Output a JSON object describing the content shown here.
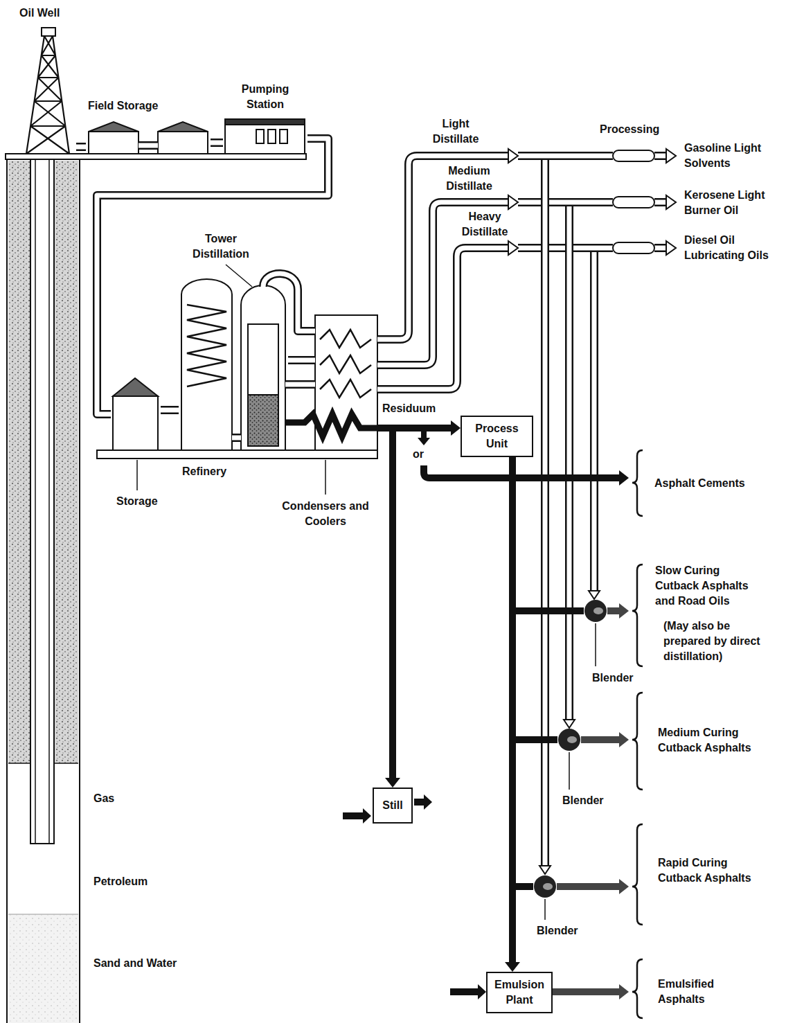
{
  "diagram": {
    "nodes": [
      {
        "text": [
          "Oil Well"
        ]
      },
      {
        "text": [
          "Field Storage"
        ]
      },
      {
        "text": [
          "Pumping Station"
        ]
      },
      {
        "text": [
          "Storage"
        ]
      },
      {
        "text": [
          "Tower Distillation"
        ]
      },
      {
        "text": [
          "Condensers and Coolers"
        ]
      },
      {
        "text": [
          "Process Unit"
        ]
      },
      {
        "text": [
          "Still"
        ]
      },
      {
        "text": [
          "Blender"
        ]
      },
      {
        "text": [
          "Blender"
        ]
      },
      {
        "text": [
          "Blender"
        ]
      },
      {
        "text": [
          "Emulsion Plant"
        ]
      }
    ],
    "edges": [
      {
        "from": 0,
        "to": 1,
        "arrow": "none"
      },
      {
        "from": 1,
        "to": 2,
        "arrow": "none"
      },
      {
        "from": 2,
        "to": 3,
        "arrow": "none"
      },
      {
        "from": 3,
        "to": 4,
        "arrow": "none"
      },
      {
        "from": 4,
        "to": 5,
        "arrow": "none"
      },
      {
        "from": 5,
        "to": 6,
        "label": "Residuum",
        "arrow": "to"
      },
      {
        "from": 5,
        "to": 7,
        "arrow": "to"
      },
      {
        "from": 6,
        "to": 8,
        "arrow": "none"
      },
      {
        "from": 6,
        "to": 9,
        "arrow": "none"
      },
      {
        "from": 6,
        "to": 10,
        "arrow": "none"
      },
      {
        "from": 6,
        "to": 11,
        "arrow": "to"
      }
    ],
    "labels": [
      "Gas",
      "Petroleum",
      "Sand and Water",
      "Refinery",
      "Light Distillate",
      "Medium Distillate",
      "Heavy Distillate",
      "Processing",
      "Gasoline Light Solvents",
      "Kerosene Light Burner Oil",
      "Diesel Oil Lubricating Oils",
      "or",
      "Asphalt Cements",
      "Slow Curing Cutback Asphalts and Road Oils",
      "(May also be prepared by direct distillation)",
      "Medium Curing Cutback Asphalts",
      "Rapid Curing Cutback Asphalts",
      "Emulsified Asphalts"
    ]
  }
}
